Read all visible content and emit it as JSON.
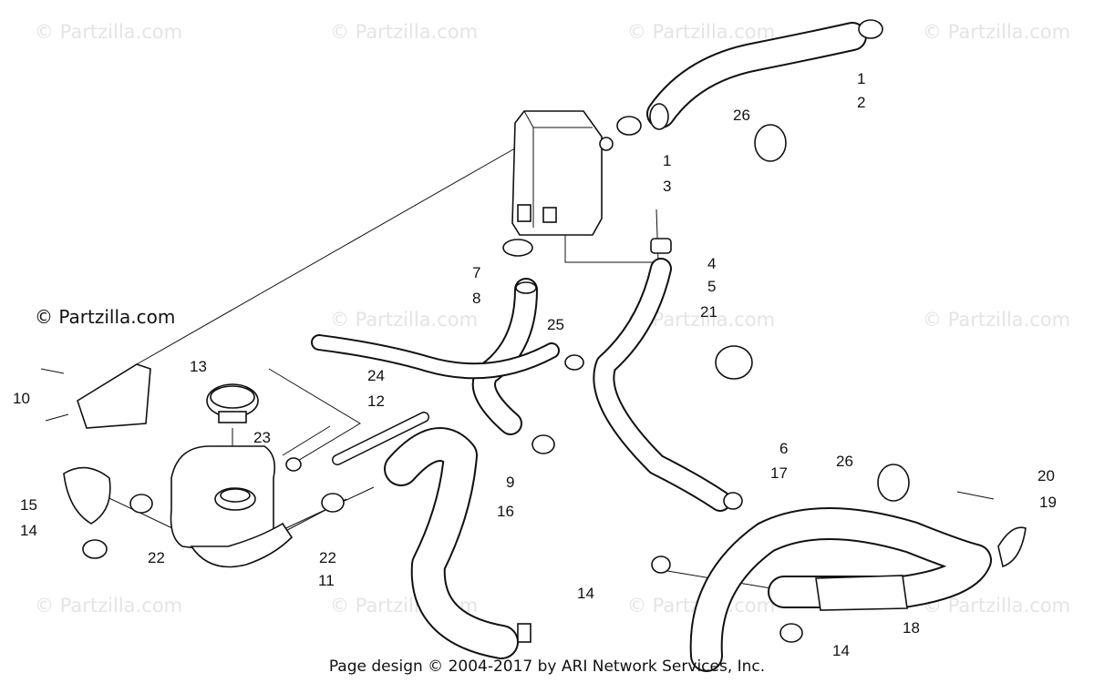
{
  "watermark": "© Partzilla.com",
  "brand_label": "© Partzilla.com",
  "footer": "Page design © 2004-2017 by ARI Network Services, Inc.",
  "callouts": [
    "1",
    "2",
    "1",
    "3",
    "4",
    "5",
    "7",
    "8",
    "21",
    "25",
    "26",
    "10",
    "13",
    "24",
    "12",
    "23",
    "6",
    "17",
    "26",
    "20",
    "19",
    "9",
    "15",
    "16",
    "14",
    "22",
    "22",
    "11",
    "14",
    "18",
    "14"
  ]
}
